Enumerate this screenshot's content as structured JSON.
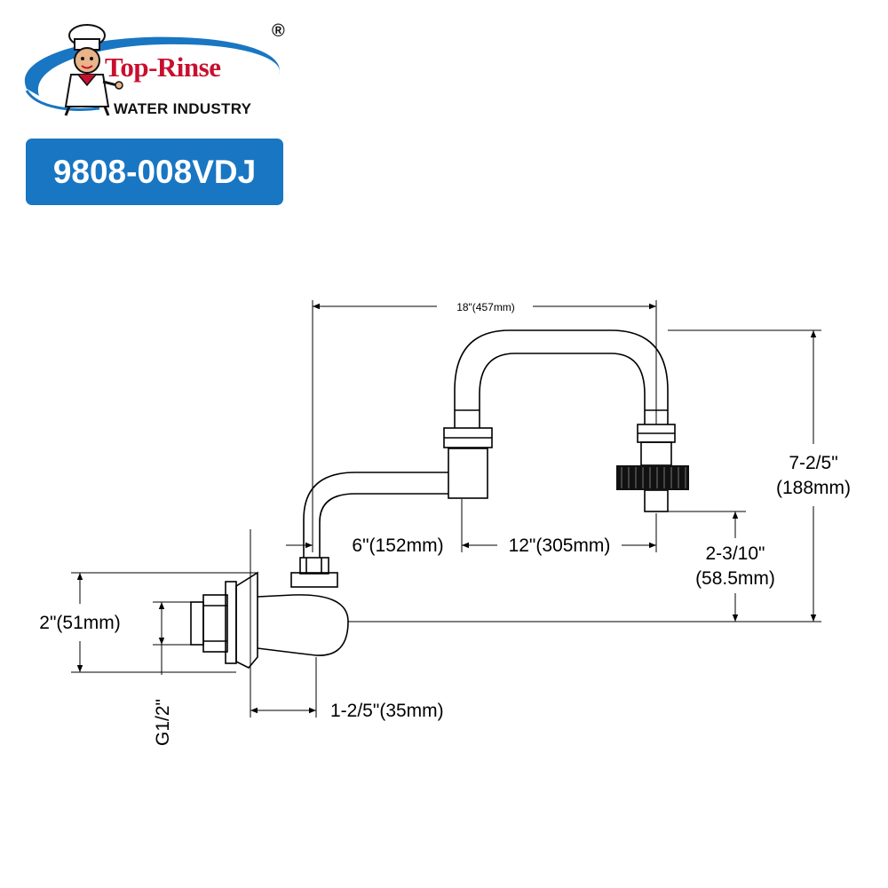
{
  "brand": {
    "name": "Top-Rinse",
    "subtitle": "WATER INDUSTRY",
    "registered": "®",
    "colors": {
      "red": "#c8102e",
      "blue": "#1976c2",
      "dark": "#111111"
    }
  },
  "model": "9808-008VDJ",
  "dimensions": {
    "overall_width": "18\"(457mm)",
    "height_in": "7-2/5\"",
    "height_mm": "(188mm)",
    "swing_short": "6\"(152mm)",
    "swing_long": "12\"(305mm)",
    "spout_in": "2-3/10\"",
    "spout_mm": "(58.5mm)",
    "inlet_height": "2\"(51mm)",
    "offset": "1-2/5\"(35mm)",
    "thread": "G1/2\""
  }
}
